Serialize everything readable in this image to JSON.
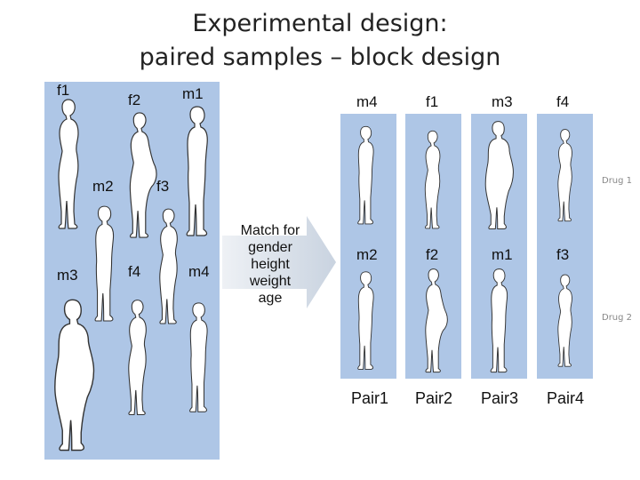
{
  "title": {
    "line1": "Experimental design:",
    "line2": "paired samples – block design"
  },
  "left_panel": {
    "labels": {
      "f1": "f1",
      "f2": "f2",
      "m1": "m1",
      "m2": "m2",
      "f3": "f3",
      "m3": "m3",
      "f4": "f4",
      "m4": "m4"
    }
  },
  "arrow": {
    "lines": [
      "Match for",
      "gender",
      "height",
      "weight",
      "age"
    ]
  },
  "right_panel": {
    "columns": [
      {
        "top": "m4",
        "bottom": "m2",
        "pair": "Pair1"
      },
      {
        "top": "f1",
        "bottom": "f2",
        "pair": "Pair2"
      },
      {
        "top": "m3",
        "bottom": "m1",
        "pair": "Pair3"
      },
      {
        "top": "f4",
        "bottom": "f3",
        "pair": "Pair4"
      }
    ],
    "drug_labels": [
      "Drug 1",
      "Drug 2"
    ]
  },
  "colors": {
    "panel": "#aec6e6",
    "arrow": "#c9d3e0",
    "figure_fill": "#ffffff",
    "figure_stroke": "#333333"
  }
}
